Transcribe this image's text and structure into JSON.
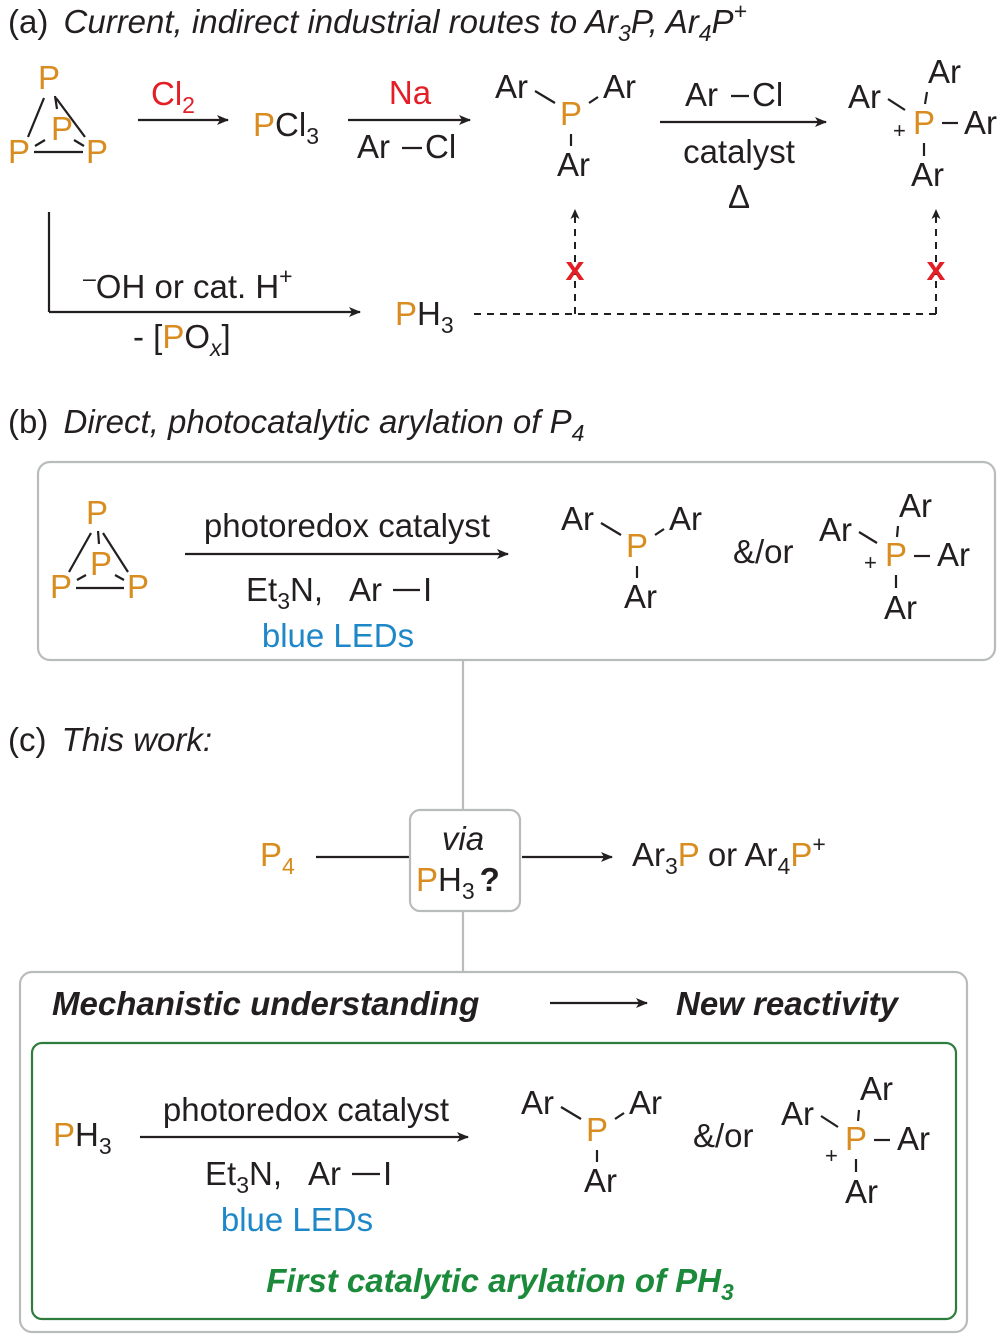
{
  "colors": {
    "phosphorus": "#d98c1f",
    "red": "#e41e26",
    "blue": "#1e87c8",
    "green": "#1b8a3a",
    "box_border": "#b9bcbd",
    "green_border": "#2e7d3e"
  },
  "section_a": {
    "label_prefix": "(a)",
    "title_text": "Current, indirect industrial routes to Ar",
    "title_sub1": "3",
    "title_mid": "P, Ar",
    "title_sub2": "4",
    "title_p": "P",
    "title_sup": "+",
    "p4_atom": "P",
    "cl2": "Cl",
    "cl2_sub": "2",
    "pcl3_p": "P",
    "pcl3_cl": "Cl",
    "pcl3_sub": "3",
    "na": "Na",
    "ar_cl": "Ar",
    "ar_cl_cl": "Cl",
    "catalyst": "catalyst",
    "delta": "Δ",
    "oh_sup": "–",
    "oh_text": "OH or cat. H",
    "oh_plus": "+",
    "pox_prefix": "- [",
    "pox_p": "P",
    "pox_o": "O",
    "pox_x": "x",
    "pox_suffix": "]",
    "ph3_p": "P",
    "ph3_h": "H",
    "ph3_sub": "3",
    "blocked_mark": "x"
  },
  "molecule": {
    "ar": "Ar",
    "p": "P",
    "plus": "+"
  },
  "section_b": {
    "label_prefix": "(b)",
    "title_text": "Direct, photocatalytic arylation of P",
    "title_sub": "4",
    "reagent_top": "photoredox catalyst",
    "et3n_a": "Et",
    "et3n_sub": "3",
    "et3n_b": "N,",
    "ar_i_ar": "Ar",
    "ar_i_i": "I",
    "blue_leds": "blue LEDs",
    "andor": "&/or"
  },
  "section_c": {
    "label_prefix": "(c)",
    "title_text": "This work:",
    "p4_p": "P",
    "p4_sub": "4",
    "via": "via",
    "ph3_p": "P",
    "ph3_h": "H",
    "ph3_sub": "3",
    "question": "?",
    "product_ar1": "Ar",
    "product_sub1": "3",
    "product_p1": "P",
    "product_or": "or Ar",
    "product_sub2": "4",
    "product_p2": "P",
    "product_sup": "+",
    "mech_left": "Mechanistic understanding",
    "mech_right": "New reactivity",
    "reagent_top": "photoredox catalyst",
    "et3n_a": "Et",
    "et3n_sub": "3",
    "et3n_b": "N,",
    "ar_i_ar": "Ar",
    "ar_i_i": "I",
    "blue_leds": "blue LEDs",
    "andor": "&/or",
    "footer_text": "First catalytic arylation of PH",
    "footer_sub": "3"
  }
}
